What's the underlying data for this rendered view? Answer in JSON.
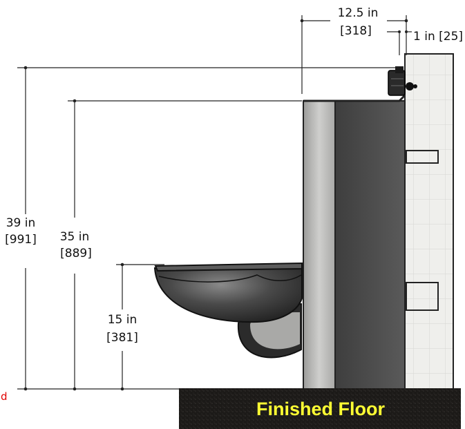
{
  "dimensions": {
    "depth": {
      "value": "12.5 in",
      "metric": "[318]"
    },
    "wall_gap": {
      "value": "1 in [25]"
    },
    "overall_height": {
      "value": "39 in",
      "metric": "[991]"
    },
    "chase_height": {
      "value": "35 in",
      "metric": "[889]"
    },
    "rim_height": {
      "value": "15 in",
      "metric": "[381]"
    }
  },
  "floor": {
    "label": "Finished Floor"
  },
  "edge_note": {
    "text": "d"
  },
  "colors": {
    "floor_label": "#ffff33",
    "edge_note": "#e00000",
    "floor": "#1c1a18",
    "tile": "#efefec",
    "chase_front": "#b8b8b6",
    "chase_side": "#4c4c4c",
    "bowl": "#3a3a3a"
  },
  "icons": [
    "wall-mount-bracket-icon",
    "toilet-bowl-icon"
  ]
}
